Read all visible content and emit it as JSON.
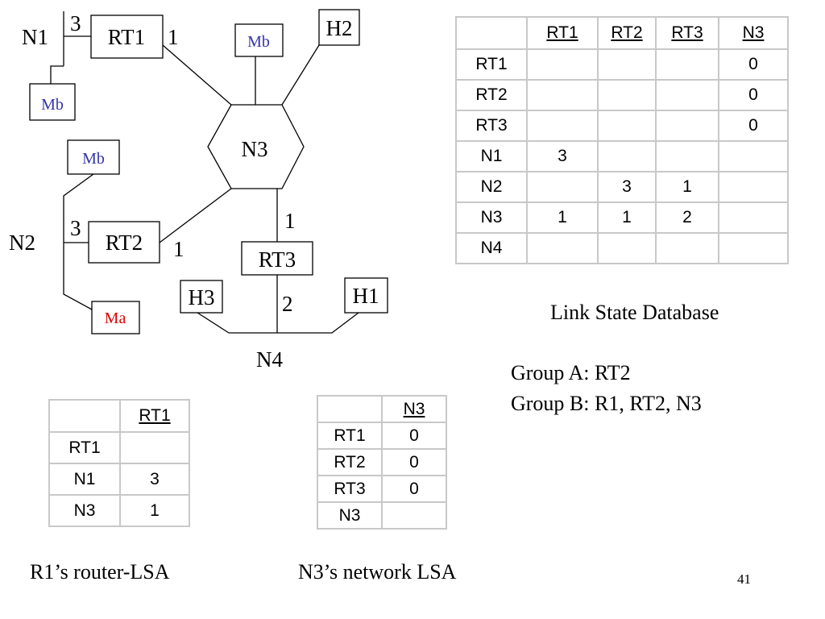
{
  "diagram": {
    "routers": {
      "rt1": "RT1",
      "rt2": "RT2",
      "rt3": "RT3"
    },
    "networks": {
      "n1": "N1",
      "n2": "N2",
      "n3": "N3",
      "n4": "N4"
    },
    "hosts": {
      "h1": "H1",
      "h2": "H2",
      "h3": "H3"
    },
    "members": {
      "mb_n1": "Mb",
      "mb_n3": "Mb",
      "mb_n2": "Mb",
      "ma_n2": "Ma"
    },
    "costs": {
      "rt1_n1": "3",
      "rt1_n3": "1",
      "rt2_n2": "3",
      "rt2_n3": "1",
      "rt3_n3": "1",
      "rt3_n4": "2"
    },
    "colors": {
      "mb": "#3333aa",
      "ma": "#e00000",
      "line": "#000000",
      "table_border": "#c8c8c8"
    }
  },
  "link_state_db": {
    "columns": [
      "",
      "RT1",
      "RT2",
      "RT3",
      "N3"
    ],
    "rows": [
      [
        "RT1",
        "",
        "",
        "",
        "0"
      ],
      [
        "RT2",
        "",
        "",
        "",
        "0"
      ],
      [
        "RT3",
        "",
        "",
        "",
        "0"
      ],
      [
        "N1",
        "3",
        "",
        "",
        ""
      ],
      [
        "N2",
        "",
        "3",
        "1",
        ""
      ],
      [
        "N3",
        "1",
        "1",
        "2",
        ""
      ],
      [
        "N4",
        "",
        "",
        "",
        ""
      ]
    ],
    "caption": "Link State Database"
  },
  "groups": {
    "a": "Group A: RT2",
    "b": "Group B: R1, RT2, N3"
  },
  "router_lsa": {
    "columns": [
      "",
      "RT1"
    ],
    "rows": [
      [
        "RT1",
        ""
      ],
      [
        "N1",
        "3"
      ],
      [
        "N3",
        "1"
      ]
    ],
    "caption": "R1’s router-LSA"
  },
  "network_lsa": {
    "columns": [
      "",
      "N3"
    ],
    "rows": [
      [
        "RT1",
        "0"
      ],
      [
        "RT2",
        "0"
      ],
      [
        "RT3",
        "0"
      ],
      [
        "N3",
        ""
      ]
    ],
    "caption": "N3’s network LSA"
  },
  "page_number": "41"
}
